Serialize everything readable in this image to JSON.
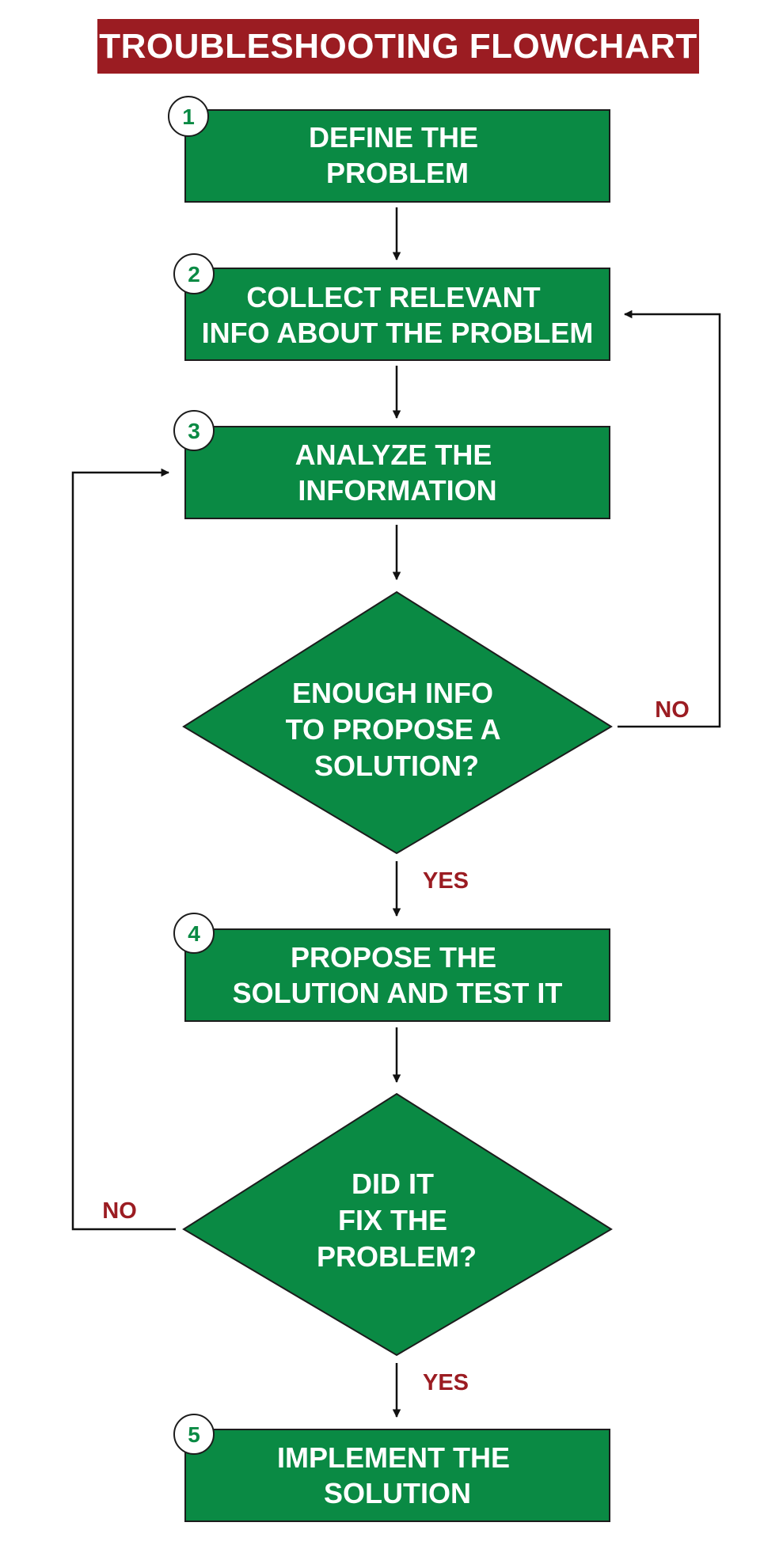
{
  "title": "TROUBLESHOOTING FLOWCHART",
  "colors": {
    "banner": "#9b1c22",
    "node_fill": "#0a8a44",
    "node_text": "#ffffff",
    "badge_text": "#0a8a44",
    "edge_label": "#9b1c22",
    "line": "#111111"
  },
  "steps": [
    {
      "number": "1",
      "lines": [
        "DEFINE THE",
        "PROBLEM"
      ]
    },
    {
      "number": "2",
      "lines": [
        "COLLECT RELEVANT",
        "INFO ABOUT THE PROBLEM"
      ]
    },
    {
      "number": "3",
      "lines": [
        "ANALYZE THE",
        "INFORMATION"
      ]
    },
    {
      "number": "4",
      "lines": [
        "PROPOSE THE",
        "SOLUTION AND TEST IT"
      ]
    },
    {
      "number": "5",
      "lines": [
        "IMPLEMENT THE",
        "SOLUTION"
      ]
    }
  ],
  "decisions": [
    {
      "lines": [
        "ENOUGH INFO",
        "TO PROPOSE A",
        "SOLUTION?"
      ],
      "yes_label": "YES",
      "no_label": "NO"
    },
    {
      "lines": [
        "DID IT",
        "FIX THE",
        "PROBLEM?"
      ],
      "yes_label": "YES",
      "no_label": "NO"
    }
  ]
}
